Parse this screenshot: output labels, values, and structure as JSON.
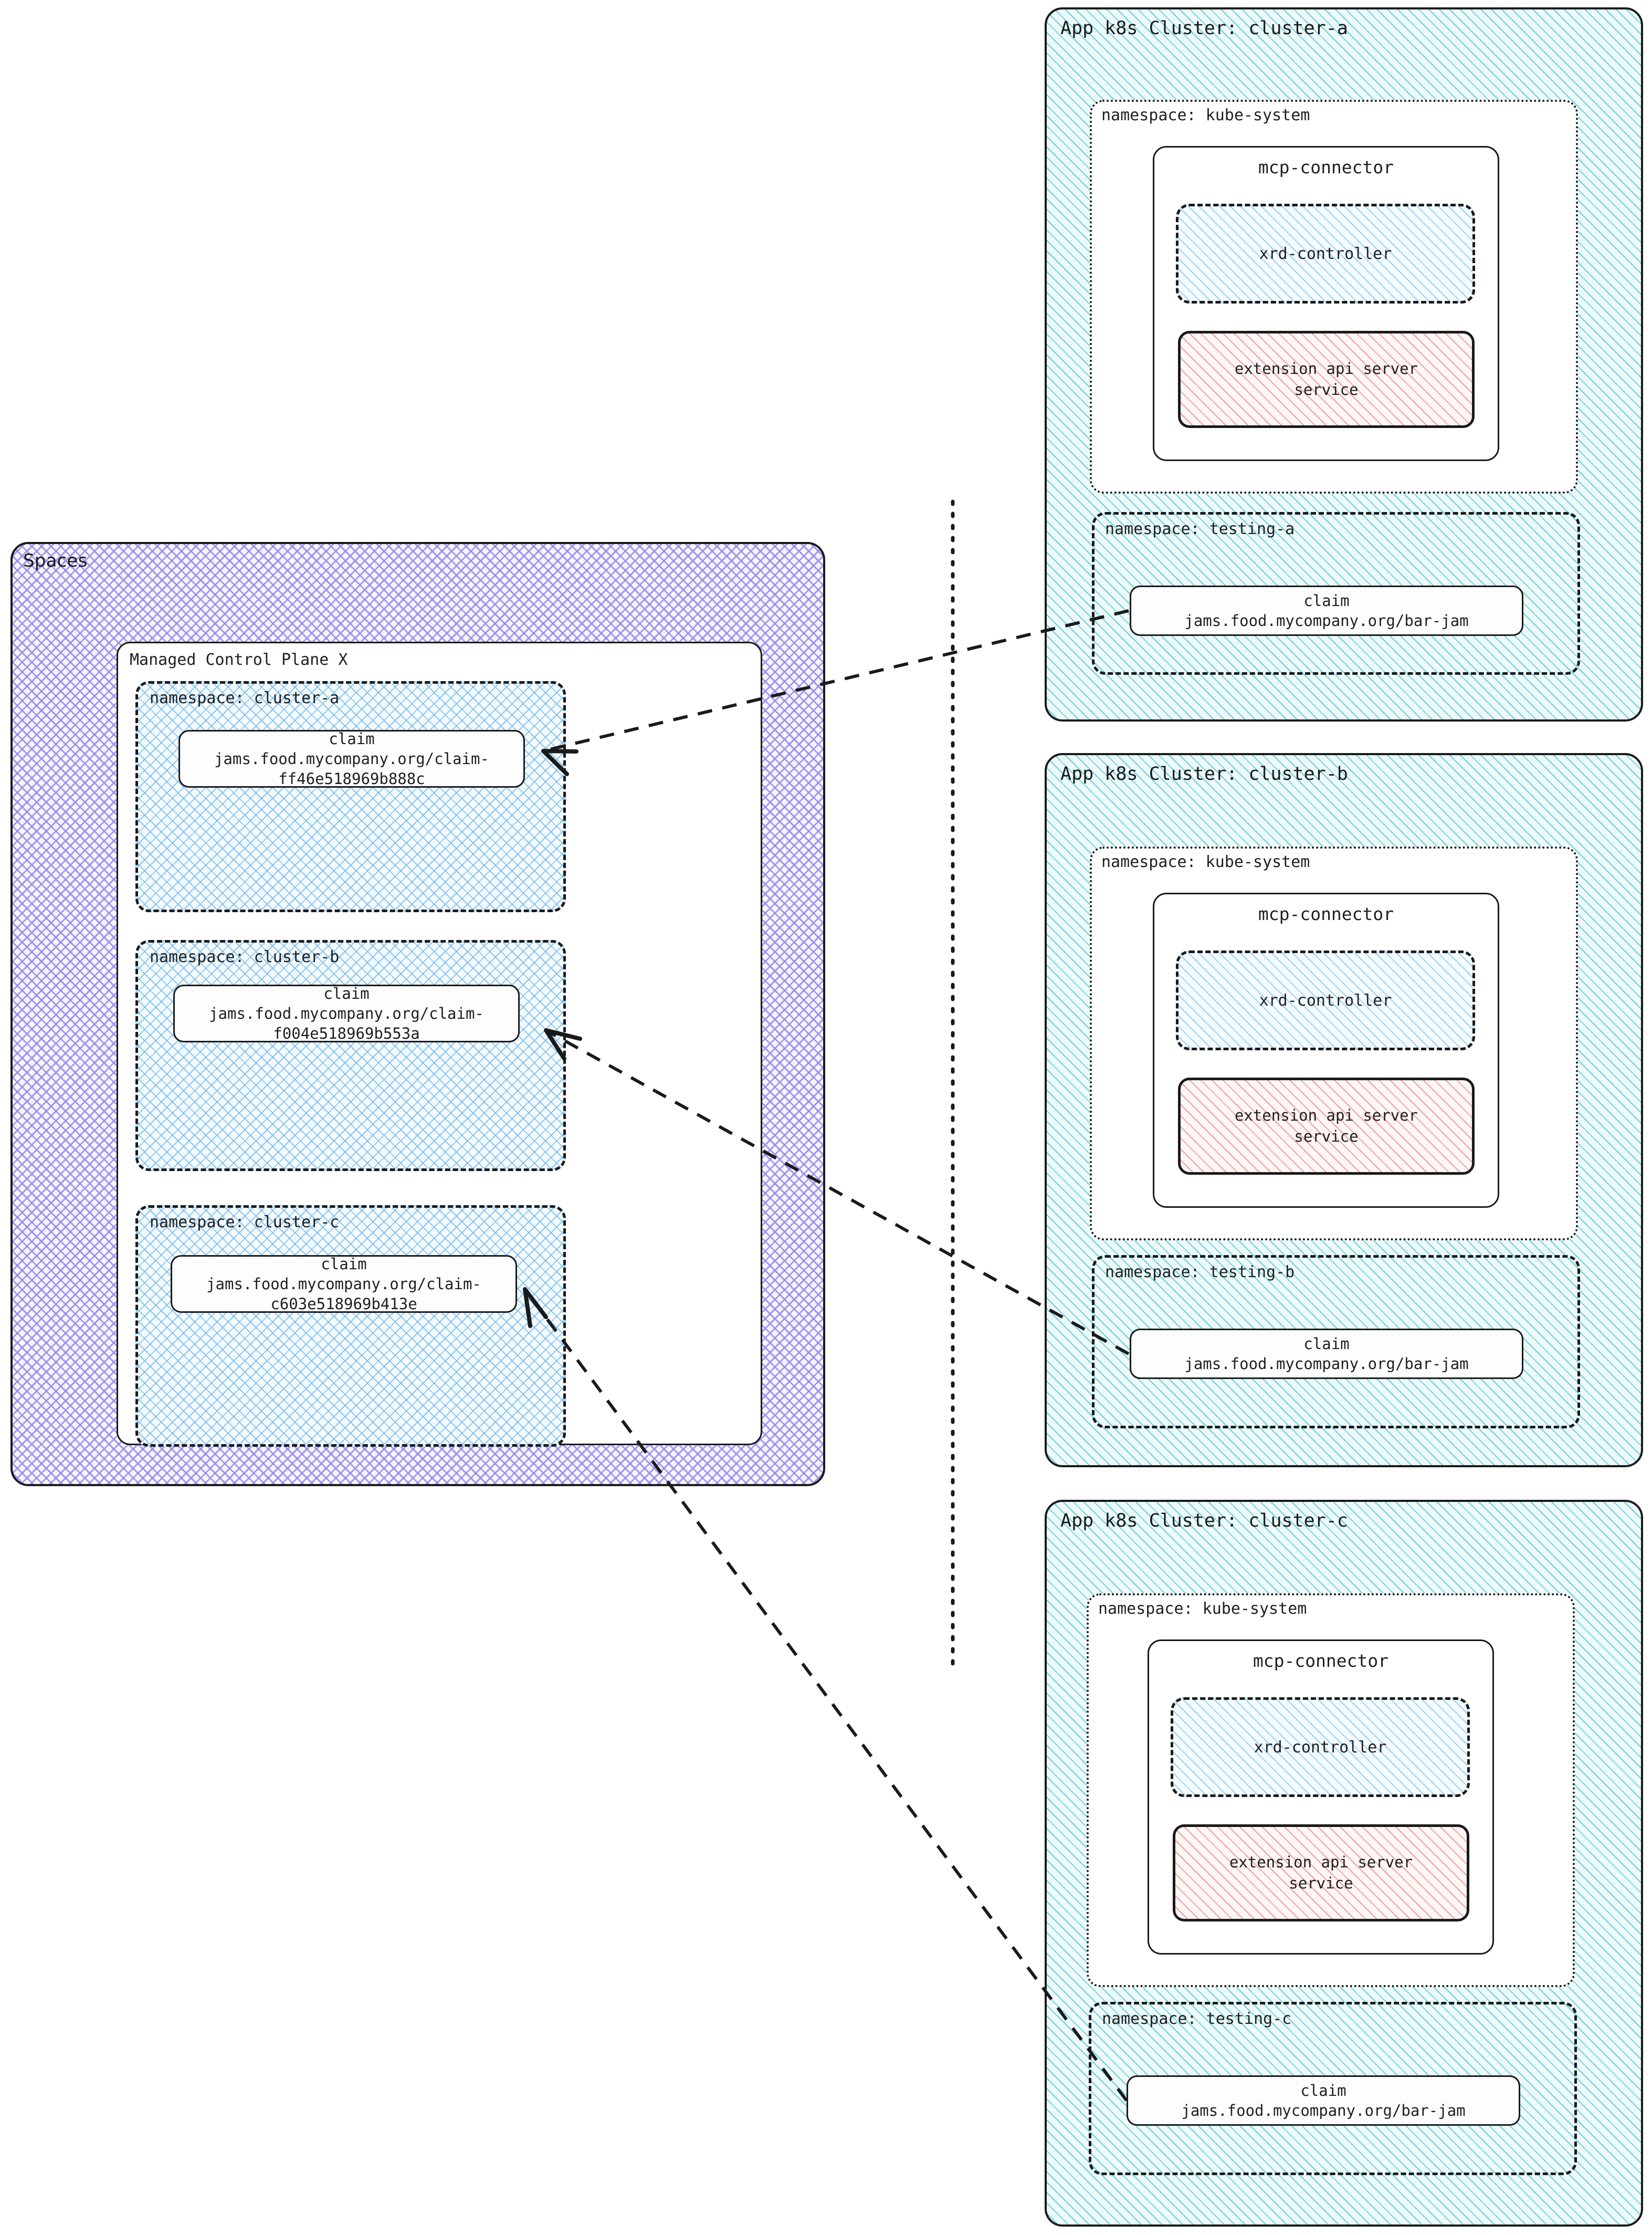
{
  "spaces": {
    "label": "Spaces",
    "control_plane": {
      "label": "Managed Control Plane X",
      "namespaces": [
        {
          "label": "namespace: cluster-a",
          "claim": {
            "kind": "claim",
            "name": "jams.food.mycompany.org/claim-ff46e518969b888c"
          }
        },
        {
          "label": "namespace: cluster-b",
          "claim": {
            "kind": "claim",
            "name": "jams.food.mycompany.org/claim-f004e518969b553a"
          }
        },
        {
          "label": "namespace: cluster-c",
          "claim": {
            "kind": "claim",
            "name": "jams.food.mycompany.org/claim-c603e518969b413e"
          }
        }
      ]
    }
  },
  "clusters": [
    {
      "title": "App k8s Cluster: cluster-a",
      "kube_namespace": "namespace: kube-system",
      "mcp_connector": "mcp-connector",
      "xrd_controller": "xrd-controller",
      "ext_api_server": "extension api server service",
      "testing_namespace": "namespace: testing-a",
      "claim": {
        "kind": "claim",
        "name": "jams.food.mycompany.org/bar-jam"
      }
    },
    {
      "title": "App k8s Cluster: cluster-b",
      "kube_namespace": "namespace: kube-system",
      "mcp_connector": "mcp-connector",
      "xrd_controller": "xrd-controller",
      "ext_api_server": "extension api server service",
      "testing_namespace": "namespace: testing-b",
      "claim": {
        "kind": "claim",
        "name": "jams.food.mycompany.org/bar-jam"
      }
    },
    {
      "title": "App k8s Cluster: cluster-c",
      "kube_namespace": "namespace: kube-system",
      "mcp_connector": "mcp-connector",
      "xrd_controller": "xrd-controller",
      "ext_api_server": "extension api server service",
      "testing_namespace": "namespace: testing-c",
      "claim": {
        "kind": "claim",
        "name": "jams.food.mycompany.org/bar-jam"
      }
    }
  ],
  "colors": {
    "stroke": "#1a1a1a",
    "spaces_hatch": "#9688e8",
    "namespace_hatch": "#6eb4eb",
    "cluster_hatch": "#56c8d4",
    "service_hatch": "#ee9696"
  },
  "ext_api_server_lines": [
    "extension api server",
    "service"
  ]
}
